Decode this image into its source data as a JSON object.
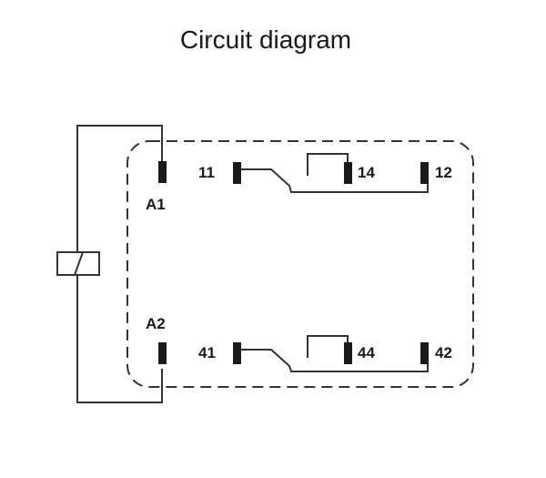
{
  "title": "Circuit diagram",
  "coil_terminals": {
    "top": "A1",
    "bottom": "A2"
  },
  "contact_sets": [
    {
      "common": "11",
      "normally_open": "14",
      "normally_closed": "12"
    },
    {
      "common": "41",
      "normally_open": "44",
      "normally_closed": "42"
    }
  ]
}
